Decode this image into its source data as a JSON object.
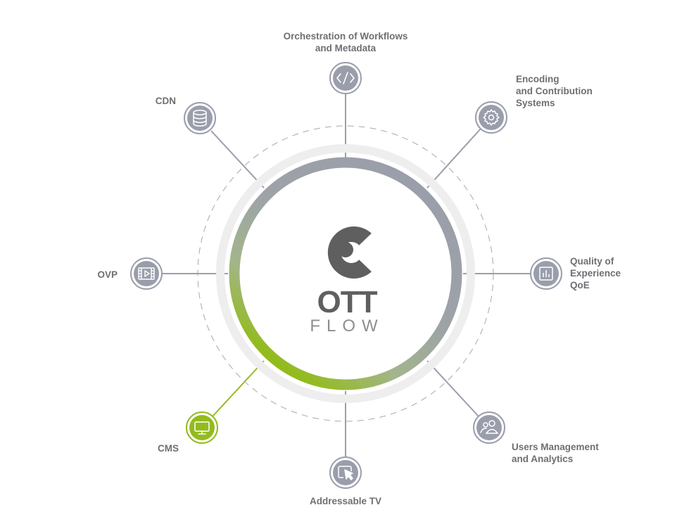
{
  "logo": {
    "title": "OTT",
    "subtitle": "FLOW"
  },
  "nodes": [
    {
      "id": "orchestration",
      "label_lines": [
        "Orchestration of Workflows",
        "and Metadata"
      ],
      "icon": "code-icon",
      "active": false
    },
    {
      "id": "encoding",
      "label_lines": [
        "Encoding",
        "and Contribution",
        "Systems"
      ],
      "icon": "gear-icon",
      "active": false
    },
    {
      "id": "qoe",
      "label_lines": [
        "Quality of",
        "Experience",
        "QoE"
      ],
      "icon": "bar-chart-icon",
      "active": false
    },
    {
      "id": "users",
      "label_lines": [
        "Users Management",
        "and Analytics"
      ],
      "icon": "users-icon",
      "active": false
    },
    {
      "id": "addressable-tv",
      "label_lines": [
        "Addressable TV"
      ],
      "icon": "cursor-click-icon",
      "active": false
    },
    {
      "id": "cms",
      "label_lines": [
        "CMS"
      ],
      "icon": "monitor-icon",
      "active": true
    },
    {
      "id": "ovp",
      "label_lines": [
        "OVP"
      ],
      "icon": "film-play-icon",
      "active": false
    },
    {
      "id": "cdn",
      "label_lines": [
        "CDN"
      ],
      "icon": "database-icon",
      "active": false
    }
  ],
  "colors": {
    "node_fill": "#9a9eab",
    "active_fill": "#93bb1e",
    "ring_gray": "#9a9eab",
    "ring_green": "#93bb1e",
    "outer_band": "#eeeeee",
    "logo_dark": "#5f5f5f",
    "logo_light": "#8e8e8e",
    "label": "#6f6f73"
  }
}
